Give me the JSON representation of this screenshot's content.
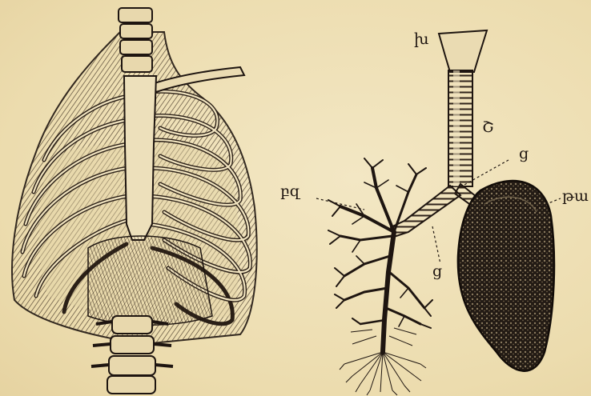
{
  "labels": {
    "top_trachea": "խ",
    "trachea": "Շ",
    "bifurcation_upper": "ց",
    "bronchi_left": "բզ",
    "bifurcation_lower": "ց",
    "lung_right": "թա"
  },
  "colors": {
    "paper": "#efe1b8",
    "ink": "#1e1510",
    "lung_fill": "#2a2018"
  }
}
